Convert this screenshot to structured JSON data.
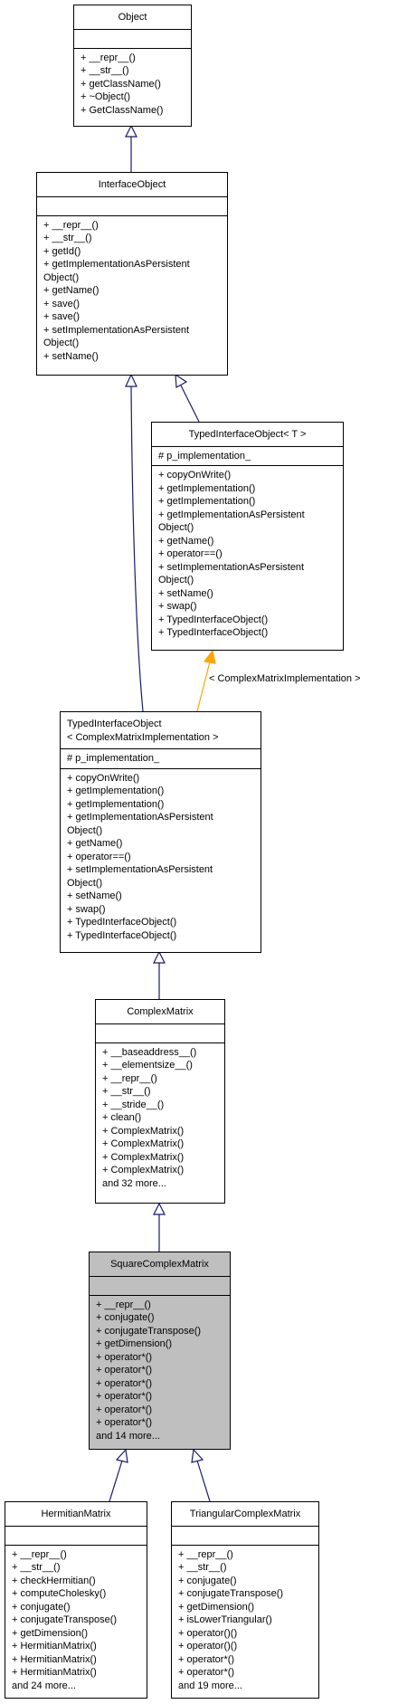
{
  "classes": {
    "object": {
      "name": "Object",
      "attributes": [],
      "methods": [
        "+ __repr__()",
        "+ __str__()",
        "+ getClassName()",
        "+ ~Object()",
        "+ GetClassName()"
      ]
    },
    "interface_object": {
      "name": "InterfaceObject",
      "attributes": [],
      "methods": [
        "+ __repr__()",
        "+ __str__()",
        "+ getId()",
        "+ getImplementationAsPersistent",
        "Object()",
        "+ getName()",
        "+ save()",
        "+ save()",
        "+ setImplementationAsPersistent",
        "Object()",
        "+ setName()"
      ]
    },
    "typed_interface_object_t": {
      "name": "TypedInterfaceObject< T >",
      "attributes": [
        "# p_implementation_"
      ],
      "methods": [
        "+ copyOnWrite()",
        "+ getImplementation()",
        "+ getImplementation()",
        "+ getImplementationAsPersistent",
        "Object()",
        "+ getName()",
        "+ operator==()",
        "+ setImplementationAsPersistent",
        "Object()",
        "+ setName()",
        "+ swap()",
        "+ TypedInterfaceObject()",
        "+ TypedInterfaceObject()"
      ]
    },
    "typed_interface_object_cmi": {
      "name_lines": [
        "TypedInterfaceObject",
        "< ComplexMatrixImplementation >"
      ],
      "attributes": [
        "# p_implementation_"
      ],
      "methods": [
        "+ copyOnWrite()",
        "+ getImplementation()",
        "+ getImplementation()",
        "+ getImplementationAsPersistent",
        "Object()",
        "+ getName()",
        "+ operator==()",
        "+ setImplementationAsPersistent",
        "Object()",
        "+ setName()",
        "+ swap()",
        "+ TypedInterfaceObject()",
        "+ TypedInterfaceObject()"
      ]
    },
    "complex_matrix": {
      "name": "ComplexMatrix",
      "attributes": [],
      "methods": [
        "+ __baseaddress__()",
        "+ __elementsize__()",
        "+ __repr__()",
        "+ __str__()",
        "+ __stride__()",
        "+ clean()",
        "+ ComplexMatrix()",
        "+ ComplexMatrix()",
        "+ ComplexMatrix()",
        "+ ComplexMatrix()",
        "and 32 more..."
      ]
    },
    "square_complex_matrix": {
      "name": "SquareComplexMatrix",
      "attributes": [],
      "methods": [
        "+ __repr__()",
        "+ conjugate()",
        "+ conjugateTranspose()",
        "+ getDimension()",
        "+ operator*()",
        "+ operator*()",
        "+ operator*()",
        "+ operator*()",
        "+ operator*()",
        "+ operator*()",
        "and 14 more..."
      ]
    },
    "hermitian_matrix": {
      "name": "HermitianMatrix",
      "attributes": [],
      "methods": [
        "+ __repr__()",
        "+ __str__()",
        "+ checkHermitian()",
        "+ computeCholesky()",
        "+ conjugate()",
        "+ conjugateTranspose()",
        "+ getDimension()",
        "+ HermitianMatrix()",
        "+ HermitianMatrix()",
        "+ HermitianMatrix()",
        "and 24 more..."
      ]
    },
    "triangular_complex_matrix": {
      "name": "TriangularComplexMatrix",
      "attributes": [],
      "methods": [
        "+ __repr__()",
        "+ __str__()",
        "+ conjugate()",
        "+ conjugateTranspose()",
        "+ getDimension()",
        "+ isLowerTriangular()",
        "+ operator()()",
        "+ operator()()",
        "+ operator*()",
        "+ operator*()",
        "and 19 more..."
      ]
    }
  },
  "template_edge_label": "< ComplexMatrixImplementation >",
  "colors": {
    "inheritance_edge": "#191970",
    "template_edge": "#FFA500",
    "focus_fill": "#bfbfbf",
    "box_fill": "#ffffff"
  }
}
